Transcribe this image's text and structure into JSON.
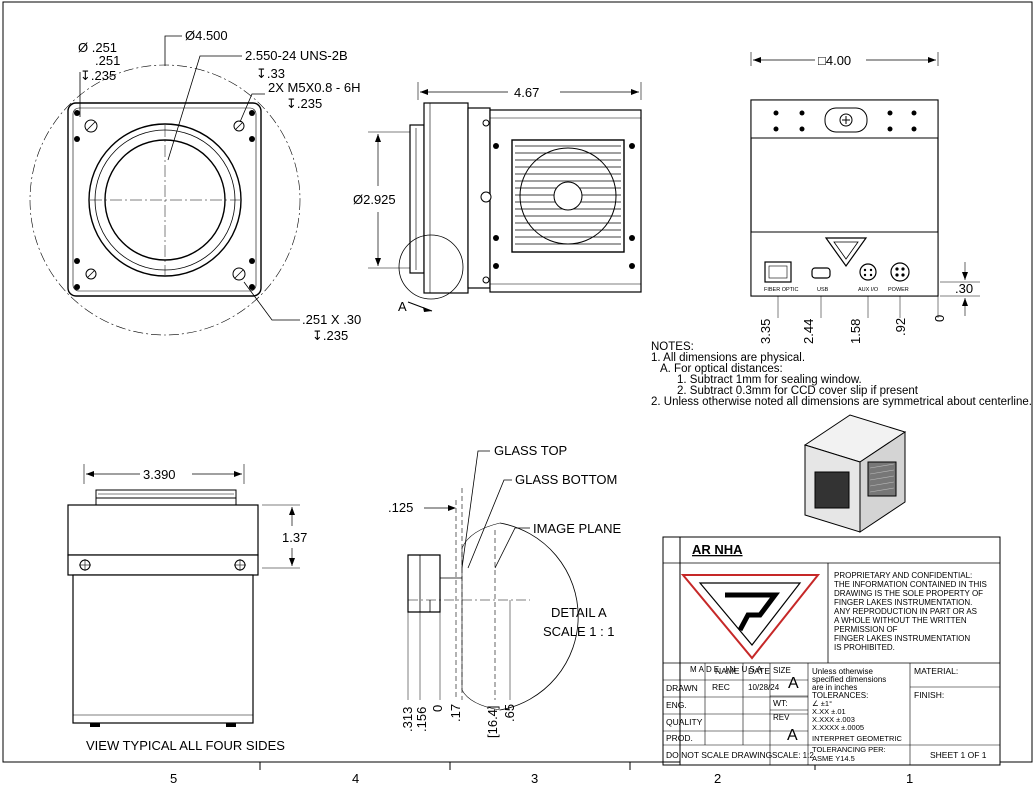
{
  "front_view": {
    "bolt_circle": "Ø4.500",
    "hole_dia_upper": "Ø .251",
    "hole_dia_lower": ".251",
    "hole_depth": "↧.235",
    "thread_callout": "2.550-24 UNS-2B",
    "thread_depth": "↧.33",
    "screw_callout": "2X M5X0.8 - 6H",
    "screw_depth": "↧.235",
    "hole_callout": ".251 X .30",
    "hole_callout_depth": "↧.235"
  },
  "side_view": {
    "length": "4.67",
    "diameter": "Ø2.925",
    "detail_label": "A"
  },
  "rear_view": {
    "width": "□4.00",
    "connectors": [
      "FIBER OPTIC",
      "USB",
      "AUX I/O",
      "POWER"
    ],
    "dims": [
      ".30",
      "3.35",
      "2.44",
      "1.58",
      ".92",
      "0"
    ]
  },
  "notes": {
    "heading": "NOTES:",
    "lines": [
      "1. All dimensions are physical.",
      "A.  For optical distances:",
      "1.  Subtract 1mm for sealing window.",
      "2.  Subtract 0.3mm for CCD cover slip if present",
      "2. Unless otherwise noted all dimensions are symmetrical about centerline."
    ]
  },
  "lower_view": {
    "width": "3.390",
    "height": "1.37",
    "caption": "VIEW TYPICAL ALL FOUR SIDES"
  },
  "detail": {
    "glass_top": "GLASS TOP",
    "glass_bottom": "GLASS BOTTOM",
    "image_plane": "IMAGE PLANE",
    "dim_125": ".125",
    "title": "DETAIL A",
    "scale": "SCALE 1 : 1",
    "dims": [
      ".313",
      ".156",
      "0",
      ".17",
      "[16.4]",
      ".65"
    ]
  },
  "title_block": {
    "title": "AR NHA",
    "made_in": "MADE IN USA",
    "proprietary": [
      "PROPRIETARY AND CONFIDENTIAL:",
      "THE INFORMATION CONTAINED IN THIS",
      "DRAWING IS THE SOLE PROPERTY OF",
      "FINGER LAKES INSTRUMENTATION.",
      "ANY REPRODUCTION IN PART OR AS",
      "A WHOLE WITHOUT THE WRITTEN",
      "PERMISSION OF",
      "FINGER LAKES INSTRUMENTATION",
      "IS PROHIBITED."
    ],
    "col_name": "NAME",
    "col_date": "DATE",
    "rows": [
      "DRAWN",
      "ENG.",
      "QUALITY",
      "PROD."
    ],
    "drawn_name": "REC",
    "drawn_date": "10/28/24",
    "size_label": "SIZE",
    "size_value": "A",
    "wt_label": "WT:",
    "rev_label": "REV",
    "rev_value": "A",
    "do_not_scale": "DO NOT SCALE DRAWING",
    "scale": "SCALE: 1:2",
    "units": [
      "Unless otherwise",
      "specified dimensions",
      "are in inches",
      "TOLERANCES:"
    ],
    "tolerances": [
      "∠ ±1°",
      "X.XX   ±.01",
      "X.XXX  ±.003",
      "X.XXXX ±.0005"
    ],
    "interpret": [
      "INTERPRET GEOMETRIC",
      "TOLERANCING PER:",
      "ASME Y14.5"
    ],
    "material_label": "MATERIAL:",
    "finish_label": "FINISH:",
    "sheet": "SHEET 1 OF 1"
  },
  "zones": [
    "5",
    "4",
    "3",
    "2",
    "1"
  ]
}
